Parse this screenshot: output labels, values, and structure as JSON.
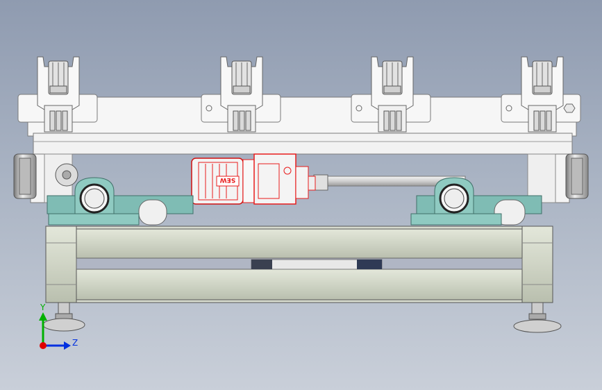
{
  "viewport": {
    "background_top": "#8f9bb0",
    "background_bottom": "#c9cfd9"
  },
  "model": {
    "motor_brand_text": "SEW",
    "frame_color": "#f4f4f4",
    "rail_color": "#d3d8c9",
    "bearing_color": "#7fbcb4",
    "motor_color": "#e81c1c"
  },
  "triad": {
    "y_label": "Y",
    "z_label": "Z",
    "x_color": "#e00000",
    "y_color": "#00b000",
    "z_color": "#0030e0"
  },
  "icons": [
    "hexagon-nut-icon",
    "axis-triad-icon"
  ]
}
